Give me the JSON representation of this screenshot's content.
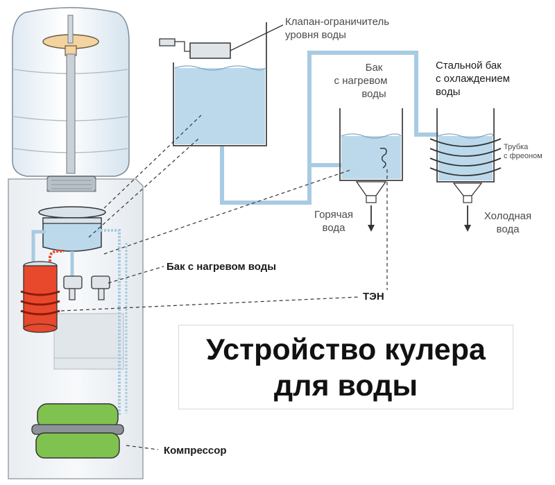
{
  "labels": {
    "valve": [
      "Клапан-ограничитель",
      "уровня воды"
    ],
    "heat_tank": [
      "Бак",
      "с нагревом",
      "воды"
    ],
    "steel_tank": [
      "Стальной бак",
      "с охлаждением",
      "воды"
    ],
    "freon_tube": [
      "Трубка",
      "с фреоном"
    ],
    "hot_water": [
      "Горячая",
      "вода"
    ],
    "cold_water": [
      "Холодная",
      "вода"
    ],
    "heat_tank_callout": "Бак с нагревом воды",
    "heater": "ТЭН",
    "compressor": "Компрессор"
  },
  "title": [
    "Устройство кулера",
    "для воды"
  ],
  "colors": {
    "water": "#bcd9ec",
    "pipe": "#a7cbe2",
    "heater": "#e8482c",
    "compressor": "#7fc24f",
    "bottle_cap": "#f3d3a0",
    "outline": "#3a3a3a",
    "text": "#4a4a4a"
  }
}
